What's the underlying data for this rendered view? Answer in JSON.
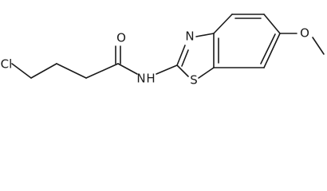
{
  "molecule": {
    "atoms": {
      "chlorine": "Cl",
      "carbonyl_oxygen": "O",
      "amide_nh": "N",
      "amide_h": "H",
      "thiazole_nitrogen": "N",
      "thiazole_sulfur": "S",
      "methoxy_oxygen": "O"
    }
  },
  "colors": {
    "bond": "#1a1a1a",
    "label": "#1a1a1a",
    "background": "#ffffff"
  }
}
